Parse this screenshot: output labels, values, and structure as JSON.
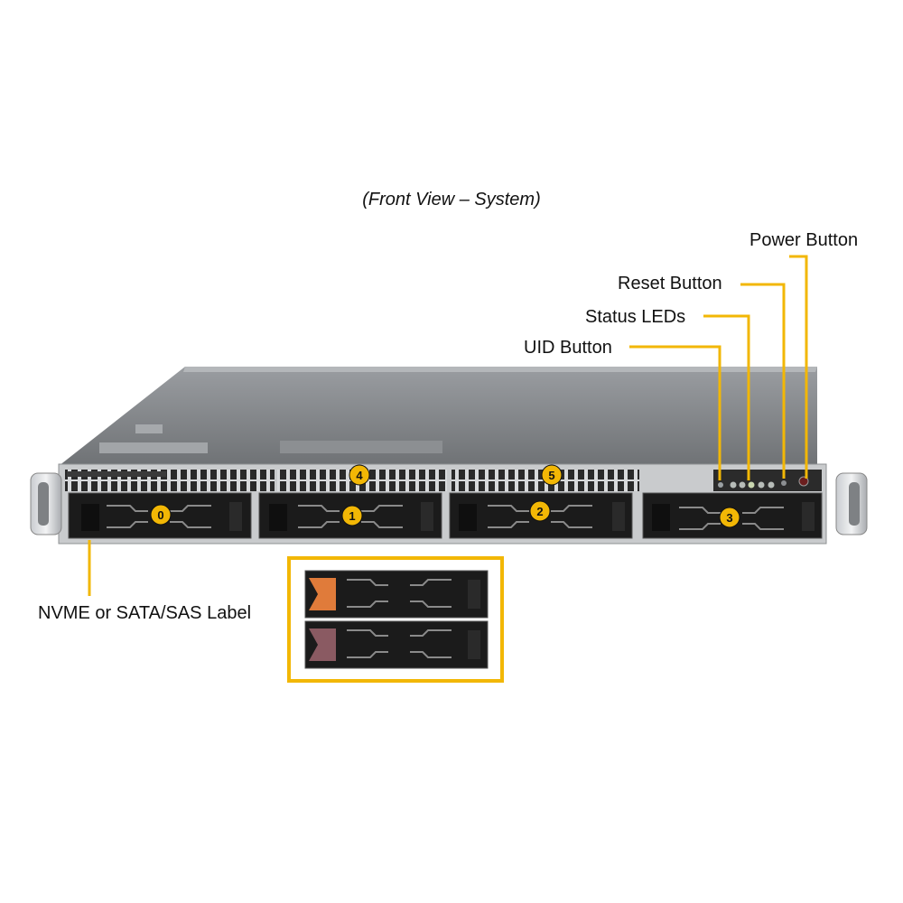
{
  "caption": "(Front View – System)",
  "labels": {
    "power_button": "Power Button",
    "reset_button": "Reset Button",
    "status_leds": "Status LEDs",
    "uid_button": "UID Button",
    "drive_label": "NVME or SATA/SAS Label"
  },
  "bays": [
    "0",
    "1",
    "2",
    "3",
    "4",
    "5"
  ],
  "colors": {
    "callout": "#F2B705",
    "chassis_top": "#8a8d90",
    "drive_tray": "#1b1b1b",
    "nvme_label": "#e07b3a",
    "sata_label": "#8a5a62"
  }
}
